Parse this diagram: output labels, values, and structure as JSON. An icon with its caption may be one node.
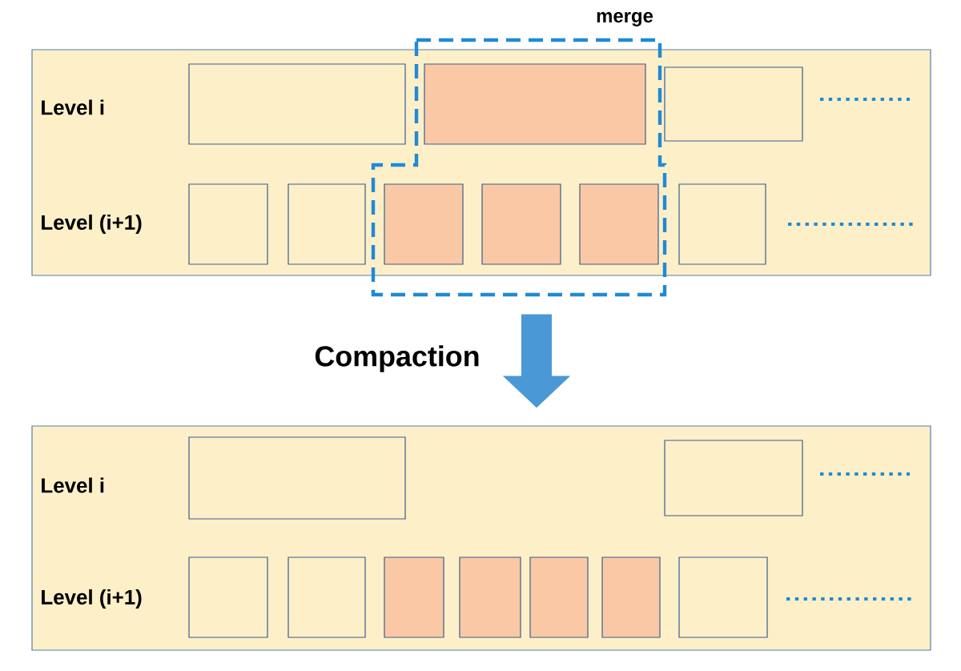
{
  "diagram": {
    "nodes": [
      {
        "text": [
          "Level i",
          "Level (i+1)"
        ]
      },
      {
        "text": [
          "merge"
        ]
      },
      {
        "text": [],
        "shape": "box",
        "in": 0
      },
      {
        "text": [],
        "shape": "box",
        "in": 1
      },
      {
        "text": [],
        "shape": "box",
        "in": 0
      },
      {
        "text": [],
        "shape": "box",
        "in": 0
      },
      {
        "text": [],
        "shape": "box",
        "in": 0
      },
      {
        "text": [],
        "shape": "box",
        "in": 1
      },
      {
        "text": [],
        "shape": "box",
        "in": 1
      },
      {
        "text": [],
        "shape": "box",
        "in": 1
      },
      {
        "text": [],
        "shape": "box",
        "in": 0
      },
      {
        "text": [
          "Level i",
          "Level (i+1)"
        ]
      },
      {
        "text": [],
        "shape": "box",
        "in": 11
      },
      {
        "text": [],
        "shape": "box",
        "in": 11
      },
      {
        "text": [],
        "shape": "box",
        "in": 11
      },
      {
        "text": [],
        "shape": "box",
        "in": 11
      },
      {
        "text": [],
        "shape": "box",
        "in": 11
      },
      {
        "text": [],
        "shape": "box",
        "in": 11
      },
      {
        "text": [],
        "shape": "box",
        "in": 11
      },
      {
        "text": [],
        "shape": "box",
        "in": 11
      },
      {
        "text": [],
        "shape": "box",
        "in": 11
      }
    ],
    "edges": [
      {
        "from": 0,
        "to": 11,
        "arrow": "to",
        "label": "Compaction"
      }
    ]
  }
}
